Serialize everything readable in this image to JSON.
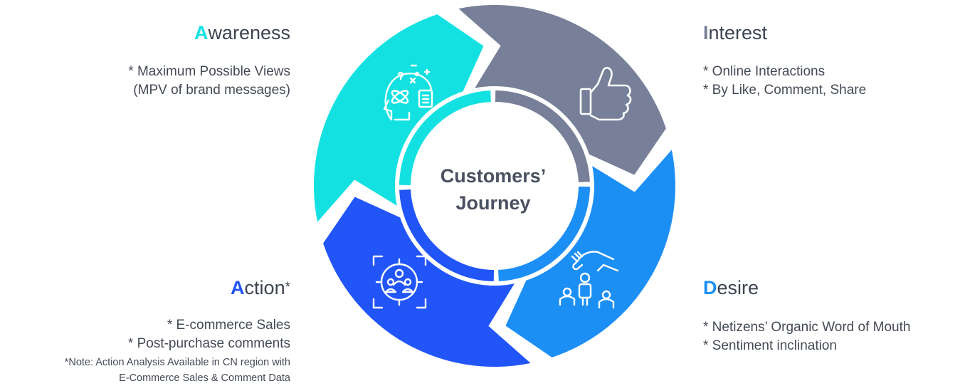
{
  "center": {
    "line1": "Customers’",
    "line2": "Journey"
  },
  "stages": {
    "awareness": {
      "cap": "A",
      "rest": "wareness",
      "color": "#13e1e1",
      "lines": [
        "* Maximum Possible Views",
        "(MPV of brand messages)"
      ]
    },
    "interest": {
      "cap": "I",
      "rest": "nterest",
      "color": "#778098",
      "lines": [
        "* Online Interactions",
        "* By Like, Comment, Share"
      ]
    },
    "desire": {
      "cap": "D",
      "rest": "esire",
      "color": "#1c8ff5",
      "lines": [
        "* Netizens’ Organic Word of Mouth",
        "* Sentiment inclination"
      ]
    },
    "action": {
      "cap": "A",
      "rest": "ction",
      "suffix": "*",
      "color": "#2155f7",
      "lines": [
        "* E-commerce Sales",
        "* Post-purchase comments"
      ],
      "notes": [
        "*Note: Action Analysis Available in CN region with",
        "E-Commerce Sales & Comment Data"
      ]
    }
  },
  "icons": [
    "brain-icon",
    "thumbs-up-icon",
    "target-people-icon",
    "hand-people-icon"
  ]
}
